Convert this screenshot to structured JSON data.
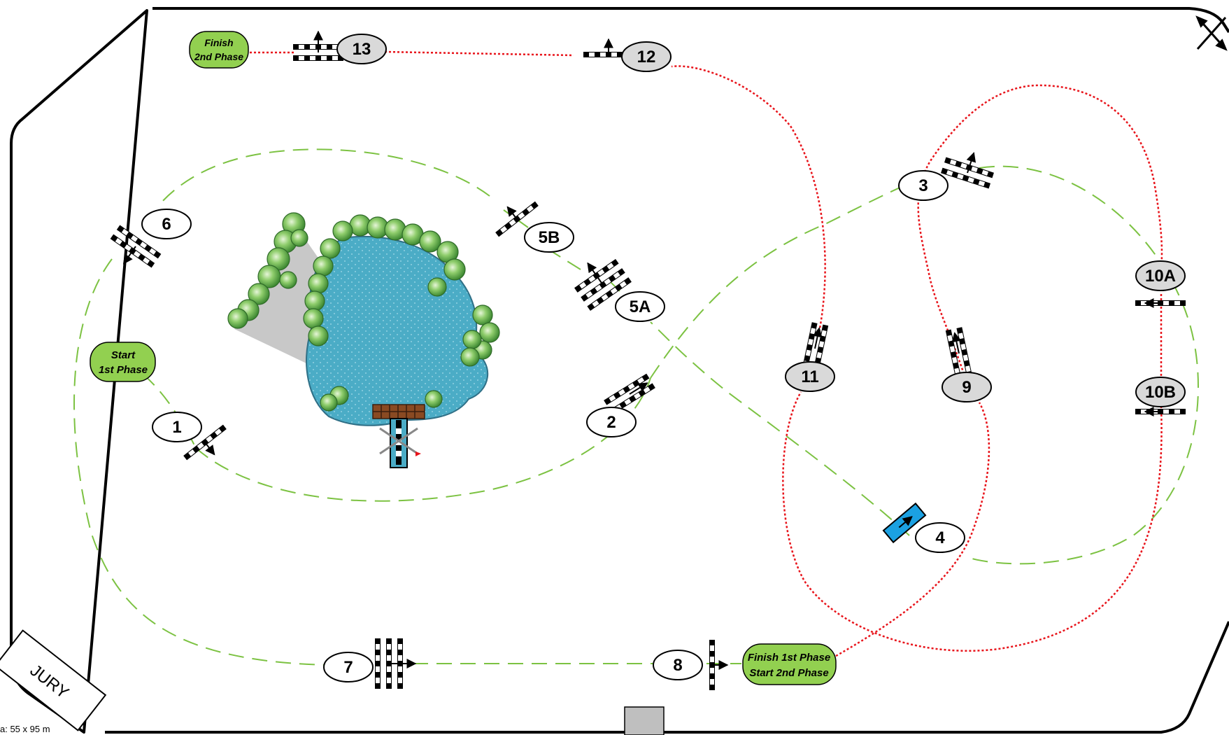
{
  "arena_size": "a: 55 x 95 m",
  "jury_label": "JURY",
  "start_label": {
    "line1": "Start",
    "line2": "1st Phase"
  },
  "finish_phase2_label": {
    "line1": "Finish",
    "line2": "2nd Phase"
  },
  "finish_start_label": {
    "line1": "Finish 1st Phase",
    "line2": "Start 2nd Phase"
  },
  "obstacles": [
    {
      "num": "1",
      "phase": 1
    },
    {
      "num": "2",
      "phase": 1
    },
    {
      "num": "3",
      "phase": 1
    },
    {
      "num": "4",
      "phase": 1
    },
    {
      "num": "5A",
      "phase": 1
    },
    {
      "num": "5B",
      "phase": 1
    },
    {
      "num": "6",
      "phase": 1
    },
    {
      "num": "7",
      "phase": 1
    },
    {
      "num": "8",
      "phase": 1
    },
    {
      "num": "9",
      "phase": 2
    },
    {
      "num": "10A",
      "phase": 2
    },
    {
      "num": "10B",
      "phase": 2
    },
    {
      "num": "11",
      "phase": 2
    },
    {
      "num": "12",
      "phase": 2
    },
    {
      "num": "13",
      "phase": 2
    }
  ],
  "colors": {
    "phase1_path": "#7cc242",
    "phase2_path": "#e8141b",
    "start_finish_fill": "#92d050",
    "phase1_label_fill": "#ffffff",
    "phase2_label_fill": "#d9d9d9",
    "water": "#4bacc6",
    "water_jump": "#1ba1e2",
    "shrubs": "#5ba84a",
    "arena_border": "#000000"
  }
}
